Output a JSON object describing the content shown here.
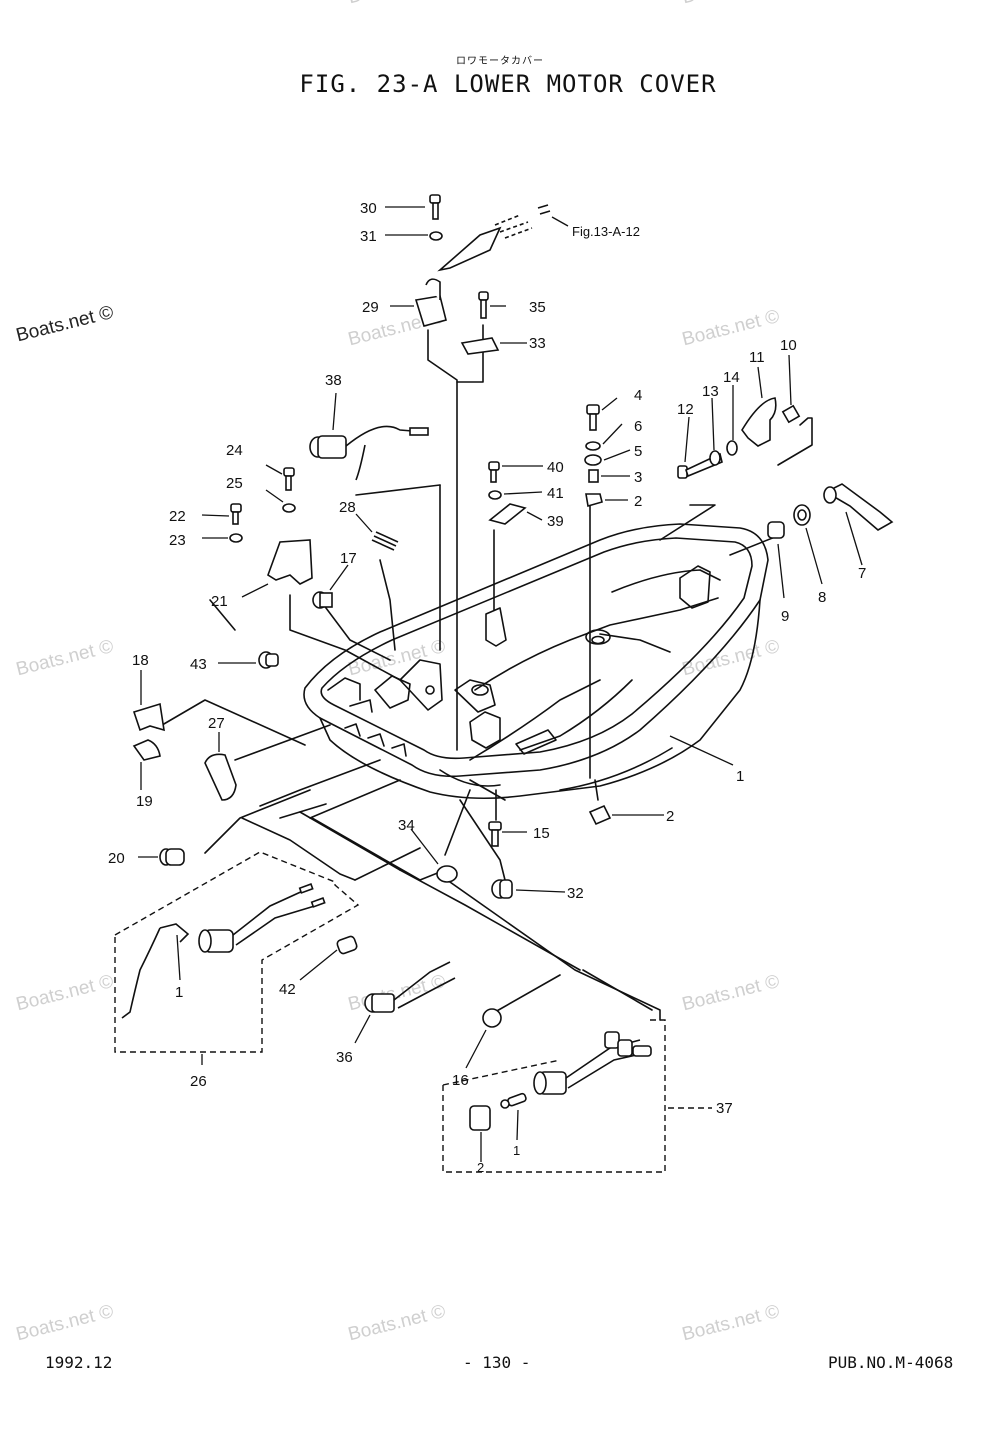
{
  "title_jp": "ロワモータカバー",
  "title": "FIG. 23-A LOWER MOTOR COVER",
  "reference": "Fig.13-A-12",
  "footer": {
    "date": "1992.12",
    "page": "- 130 -",
    "pub": "PUB.NO.M-4068"
  },
  "watermark": "Boats.net ©",
  "parts": {
    "p1": "1",
    "p2": "2",
    "p3": "3",
    "p4": "4",
    "p5": "5",
    "p6": "6",
    "p7": "7",
    "p8": "8",
    "p9": "9",
    "p10": "10",
    "p11": "11",
    "p12": "12",
    "p13": "13",
    "p14": "14",
    "p15": "15",
    "p16": "16",
    "p17": "17",
    "p18": "18",
    "p19": "19",
    "p20": "20",
    "p21": "21",
    "p22": "22",
    "p23": "23",
    "p24": "24",
    "p25": "25",
    "p26": "26",
    "p27": "27",
    "p28": "28",
    "p29": "29",
    "p30": "30",
    "p31": "31",
    "p32": "32",
    "p33": "33",
    "p34": "34",
    "p35": "35",
    "p36": "36",
    "p37": "37",
    "p38": "38",
    "p39": "39",
    "p40": "40",
    "p41": "41",
    "p42": "42",
    "p43": "43"
  }
}
